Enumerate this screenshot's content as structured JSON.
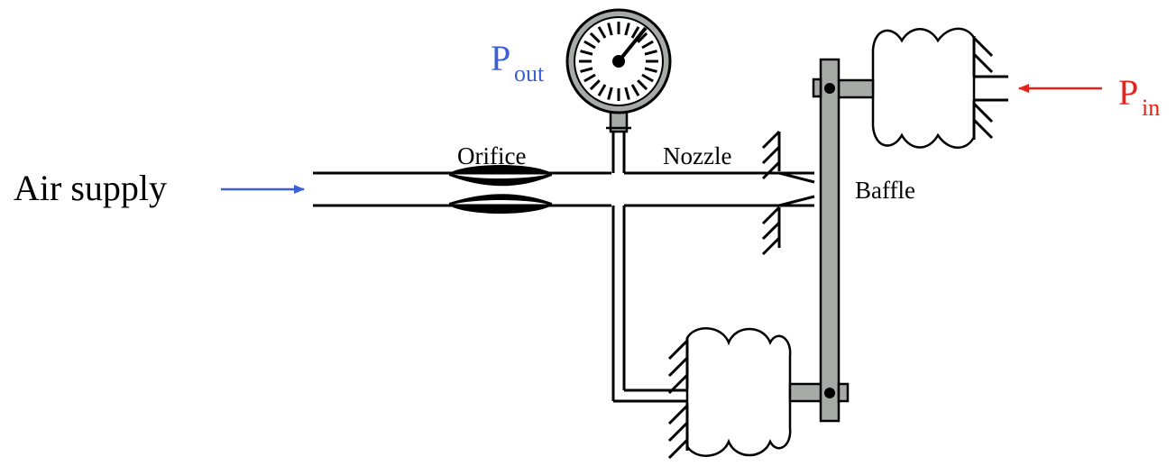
{
  "labels": {
    "air_supply": "Air supply",
    "orifice": "Orifice",
    "nozzle": "Nozzle",
    "baffle": "Baffle",
    "p_out_main": "P",
    "p_out_sub": "out",
    "p_in_main": "P",
    "p_in_sub": "in"
  },
  "colors": {
    "p_out": "#3a5fd6",
    "p_in": "#e8201a",
    "air_arrow": "#3a5fd6",
    "p_in_arrow": "#e8201a",
    "metal": "#a7aba7"
  },
  "icons": {
    "gauge": "pressure-gauge-icon",
    "bellows": "bellows-icon",
    "pivot": "pivot-pin-icon"
  }
}
